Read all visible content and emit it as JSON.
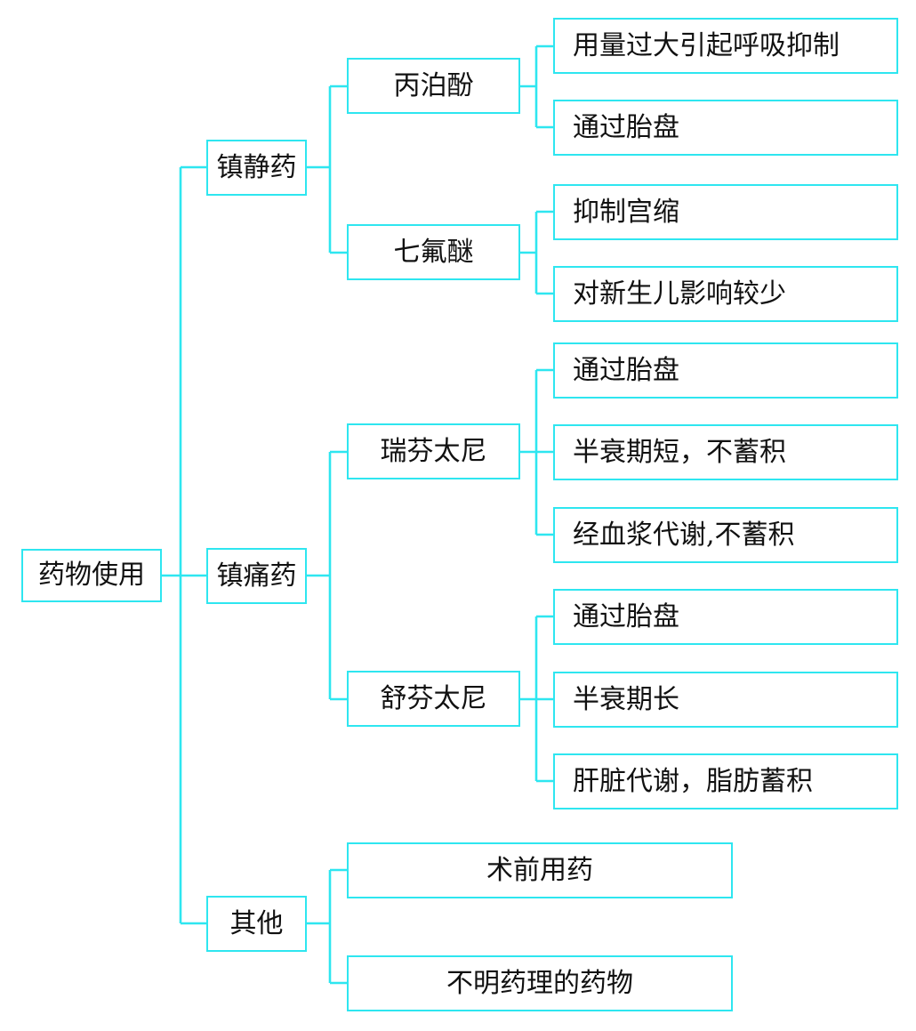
{
  "diagram": {
    "title": "药物使用",
    "type": "mindmap-tree",
    "accent_color": "#2ee6f0",
    "text_color": "#111111",
    "background_color": "#ffffff",
    "root": {
      "label": "药物使用"
    },
    "branches": [
      {
        "label": "镇静药",
        "children": [
          {
            "label": "丙泊酚",
            "leaves": [
              "用量过大引起呼吸抑制",
              "通过胎盘"
            ]
          },
          {
            "label": "七氟醚",
            "leaves": [
              "抑制宫缩",
              "对新生儿影响较少"
            ]
          }
        ]
      },
      {
        "label": "镇痛药",
        "children": [
          {
            "label": "瑞芬太尼",
            "leaves": [
              "通过胎盘",
              "半衰期短，不蓄积",
              "经血浆代谢,不蓄积"
            ]
          },
          {
            "label": "舒芬太尼",
            "leaves": [
              "通过胎盘",
              "半衰期长",
              "肝脏代谢，脂肪蓄积"
            ]
          }
        ]
      },
      {
        "label": "其他",
        "leaves": [
          "术前用药",
          "不明药理的药物"
        ]
      }
    ]
  }
}
